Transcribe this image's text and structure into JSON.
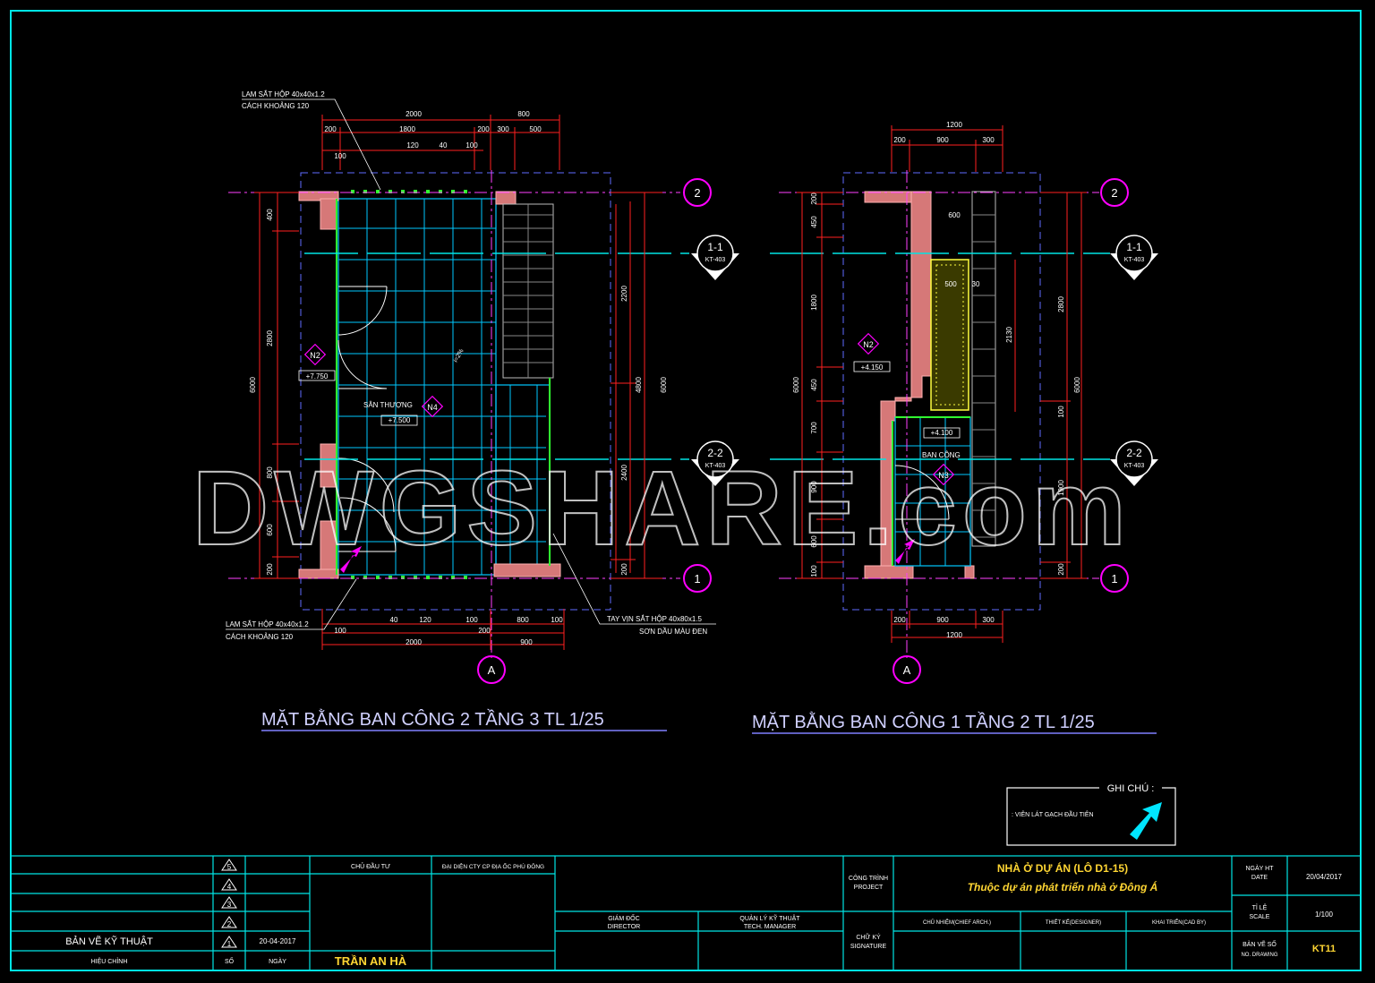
{
  "colors": {
    "frame": "#00e5e5",
    "red": "#ff2020",
    "white": "#ffffff",
    "magenta": "#ff00ff",
    "grid": "#00c8ff",
    "green": "#30ff30",
    "yellow": "#ffff40",
    "wall": "#e08080",
    "gray": "#909090",
    "title_yellow": "#ffd633"
  },
  "watermark": "DWGSHARE.com",
  "left_plan": {
    "title": "MẶT BẰNG BAN CÔNG 2 TẦNG 3   TL 1/25",
    "note_top": [
      "LAM SẮT HỘP 40x40x1.2",
      "CÁCH KHOẢNG 120"
    ],
    "note_bottom": [
      "LAM SẮT HỘP 40x40x1.2",
      "CÁCH KHOẢNG 120"
    ],
    "note_rail": [
      "TAY VỊN SẮT HỘP 40x80x1.5",
      "SƠN DẦU MÀU ĐEN"
    ],
    "top_dims_row1": [
      "2000",
      "800"
    ],
    "top_dims_row2": [
      "200",
      "1800",
      "200",
      "300",
      "500"
    ],
    "top_dims_row3": [
      "120",
      "40",
      "100"
    ],
    "top_dims_row4": [
      "100"
    ],
    "bottom_dims_row1": [
      "40",
      "120",
      "100",
      "800",
      "100"
    ],
    "bottom_dims_row2": [
      "100",
      "200"
    ],
    "bottom_dims_row3": [
      "2000",
      "900"
    ],
    "left_dims": [
      "400",
      "2800",
      "800",
      "600",
      "200"
    ],
    "left_total": "6000",
    "right_dims_a": [
      "2200",
      "2400",
      "200"
    ],
    "right_dims_b": "4800",
    "right_total": "6000",
    "room_label": "SÂN THƯỢNG",
    "level_room": "+7.500",
    "level_side": "+7.750",
    "tag_room": "N4",
    "tag_side": "N2",
    "slope": "i=2%",
    "axis_a": "A",
    "grid_2": "2",
    "grid_1": "1",
    "sec_1": "1-1",
    "sec_2": "2-2",
    "sec_ref": "KT-403"
  },
  "right_plan": {
    "title": "MẶT BẰNG BAN CÔNG 1 TẦNG 2   TL 1/25",
    "top_dims_row1": [
      "1200"
    ],
    "top_dims_row2": [
      "200",
      "900",
      "300"
    ],
    "bottom_dims_row1": [
      "200",
      "900",
      "300"
    ],
    "bottom_dims_row2": [
      "1200"
    ],
    "left_dims": [
      "200",
      "450",
      "1800",
      "450",
      "700",
      "900",
      "600",
      "100"
    ],
    "left_total": "6000",
    "inner_dims": [
      "600",
      "500",
      "30",
      "2130",
      "100"
    ],
    "right_dims_a": [
      "2800",
      "1900",
      "200"
    ],
    "right_total": "6000",
    "room_label": "BAN CÔNG",
    "level_room": "+4.100",
    "level_side": "+4.150",
    "tag_room": "N3",
    "tag_side": "N2",
    "axis_a": "A",
    "grid_2": "2",
    "grid_1": "1",
    "sec_1": "1-1",
    "sec_2": "2-2",
    "sec_ref": "KT-403"
  },
  "legend": {
    "title": "GHI CHÚ :",
    "text": ": VIÊN LÁT GẠCH ĐẦU TIÊN"
  },
  "title_block": {
    "revisions": [
      "5",
      "4",
      "3",
      "2",
      "1"
    ],
    "rev_date": "20-04-2017",
    "label_drawing": "BẢN VẼ KỸ THUẬT",
    "label_revise": "HIỆU CHỈNH",
    "label_no": "SỐ",
    "label_date": "NGÀY",
    "owner_label": "CHỦ ĐẦU TƯ",
    "rep_label": "ĐẠI DIỆN CTY CP ĐỊA ỐC PHÚ ĐÔNG",
    "owner_name": "TRẦN AN HÀ",
    "director": [
      "GIÁM ĐỐC",
      "DIRECTOR"
    ],
    "tech_manager": [
      "QUẢN LÝ KỸ THUẬT",
      "TECH. MANAGER"
    ],
    "project_label": [
      "CÔNG TRÌNH",
      "PROJECT"
    ],
    "signature_label": [
      "CHỮ KÝ",
      "SIGNATURE"
    ],
    "project_name": "NHÀ Ở DỰ ÁN (LÔ D1-15)",
    "project_sub": "Thuộc dự án phát triển nhà ở Đông Á",
    "chief_arch": "CHỦ NHIỆM(CHIEF ARCH.)",
    "designer": "THIẾT KẾ(DESIGNER)",
    "cad_by": "KHAI TRIỂN(CAD BY)",
    "date_label": [
      "NGÀY HT",
      "DATE"
    ],
    "date_value": "20/04/2017",
    "scale_label": [
      "TỈ LỆ",
      "SCALE"
    ],
    "scale_value": "1/100",
    "drawing_no_label": [
      "BẢN VẼ SỐ",
      "NO. DRAWING"
    ],
    "drawing_no": "KT11"
  }
}
